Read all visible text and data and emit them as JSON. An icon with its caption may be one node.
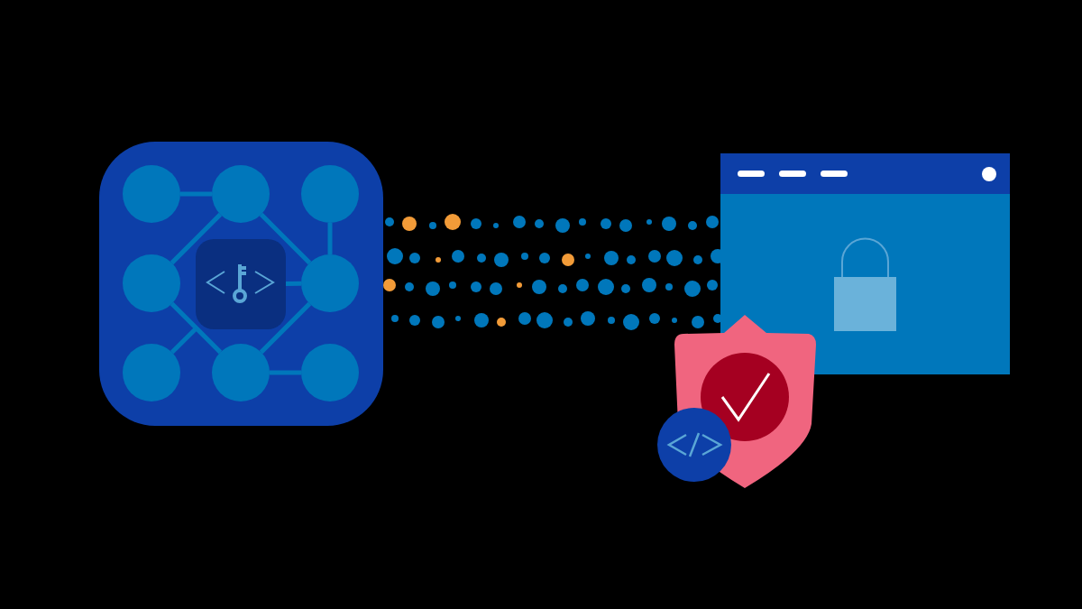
{
  "diagram": {
    "nodes": [
      {
        "text": [],
        "shape": "box"
      },
      {
        "text": [],
        "shape": "circle",
        "in": 0
      },
      {
        "text": [],
        "shape": "circle",
        "in": 0
      },
      {
        "text": [],
        "shape": "circle",
        "in": 0
      },
      {
        "text": [],
        "shape": "circle",
        "in": 0
      },
      {
        "text": [],
        "shape": "box",
        "in": 0
      },
      {
        "text": [],
        "shape": "circle",
        "in": 0
      },
      {
        "text": [],
        "shape": "circle",
        "in": 0
      },
      {
        "text": [],
        "shape": "circle",
        "in": 0
      },
      {
        "text": [],
        "shape": "circle",
        "in": 0
      }
    ],
    "edges": [
      {
        "from": 1,
        "to": 2,
        "arrow": "none"
      },
      {
        "from": 2,
        "to": 4,
        "arrow": "none"
      },
      {
        "from": 2,
        "to": 6,
        "arrow": "none"
      },
      {
        "from": 3,
        "to": 6,
        "arrow": "none"
      },
      {
        "from": 5,
        "to": 6,
        "arrow": "none"
      },
      {
        "from": 4,
        "to": 8,
        "arrow": "none"
      },
      {
        "from": 7,
        "to": 5,
        "arrow": "none"
      },
      {
        "from": 6,
        "to": 8,
        "arrow": "none"
      },
      {
        "from": 8,
        "to": 9,
        "arrow": "none"
      }
    ]
  }
}
